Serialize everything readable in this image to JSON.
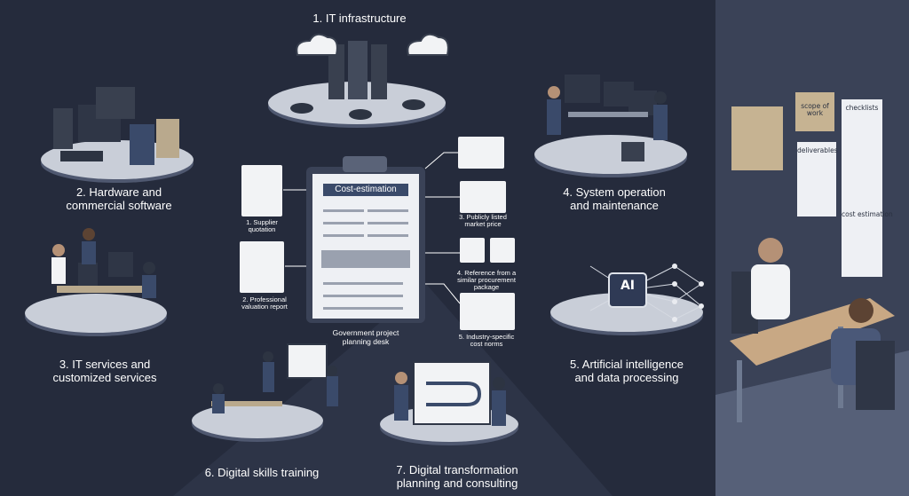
{
  "nodes": [
    {
      "id": "n1",
      "lines": [
        "1. IT infrastructure"
      ]
    },
    {
      "id": "n2",
      "lines": [
        "2. Hardware and",
        "commercial software"
      ]
    },
    {
      "id": "n3",
      "lines": [
        "3. IT services and",
        "customized services"
      ]
    },
    {
      "id": "n4",
      "lines": [
        "4. System operation",
        "and maintenance"
      ]
    },
    {
      "id": "n5",
      "lines": [
        "5. Artificial intelligence",
        "and data processing"
      ]
    },
    {
      "id": "n6",
      "lines": [
        "6. Digital skills training"
      ]
    },
    {
      "id": "n7",
      "lines": [
        "7. Digital transformation",
        "planning and consulting"
      ]
    }
  ],
  "center": {
    "clipboard_title": "Cost-estimation",
    "desk_label": [
      "Government project",
      "planning desk"
    ],
    "sources": [
      {
        "lines": [
          "1. Supplier",
          "quotation"
        ]
      },
      {
        "lines": [
          "2. Professional",
          "valuation report"
        ]
      },
      {
        "lines": [
          "3. Publicly listed",
          "market price"
        ]
      },
      {
        "lines": [
          "4. Reference from a",
          "similar procurement",
          "package"
        ]
      },
      {
        "lines": [
          "5. Industry-specific",
          "cost norms"
        ]
      }
    ]
  },
  "ai_chip": "AI",
  "wall_notes": {
    "scope": [
      "scope of",
      "work"
    ],
    "deliverables": "deliverables",
    "checklists": "checklists",
    "cost_estimation": "cost estimation"
  }
}
